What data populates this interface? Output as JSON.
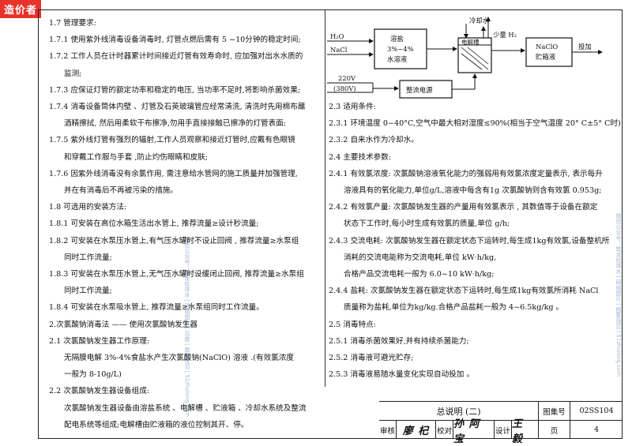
{
  "watermark": "造价者",
  "left_column": [
    {
      "text": "1.7 管理要求:",
      "indent": false
    },
    {
      "text": "1.7.1 使用紫外线消毒设备消毒时, 灯管点燃后需有 5 ~10分钟的稳定时间;",
      "indent": false
    },
    {
      "text": "1.7.2 工作人员在计时器累计时间接近灯管有效寿命时, 应加强对出水水质的",
      "indent": false
    },
    {
      "text": "监测;",
      "indent": true
    },
    {
      "text": "1.7.3 应保证灯管的额定功率和稳定的电压, 当功率不足时,将影响杀菌效果;",
      "indent": false
    },
    {
      "text": "1.7.4 消毒设备筒体内壁 、灯管及石英玻璃管应经常清洗, 清洗时先用棉布蘸",
      "indent": false
    },
    {
      "text": "酒精擦拭, 然后用柔软干布擦净,勿用手直接接触已擦净的灯管表面;",
      "indent": true
    },
    {
      "text": "1.7.5 紫外线灯管有强烈的辐射,工作人员观察和接近灯管时,应戴有色眼镜",
      "indent": false
    },
    {
      "text": "和穿戴工作服与手套 ,防止灼伤眼睛和皮肤;",
      "indent": true
    },
    {
      "text": "1.7.6 因紫外线消毒没有余氯作用, 需注意给水管网的施工质量并加强管理,",
      "indent": false
    },
    {
      "text": "并在有消毒后不再被污染的措施。",
      "indent": true
    },
    {
      "text": "1.8 可选用的安装方法:",
      "indent": false
    },
    {
      "text": "1.8.1 可安装在高位水箱生活出水管上, 推荐流量≥设计秒流量;",
      "indent": false
    },
    {
      "text": "1.8.2 可安装在水泵压水管上,有气压水罐时不设止回阀 , 推荐流量≥水泵组",
      "indent": false
    },
    {
      "text": "同时工作流量;",
      "indent": true
    },
    {
      "text": "1.8.3 可安装在水泵压水管上,无气压水罐时设缓闭止回阀, 推荐流量≥水泵组",
      "indent": false
    },
    {
      "text": "同时工作流量;",
      "indent": true
    },
    {
      "text": "1.8.4 可安装在水泵吸水管上, 推荐流量≥水泵组同时工作流量。",
      "indent": false
    },
    {
      "text": "2.次氯酸钠消毒法 —— 使用次氯酸钠发生器",
      "indent": false
    },
    {
      "text": "2.1 次氯酸钠发生器工作原理:",
      "indent": false
    },
    {
      "text": "无隔膜电解 3%-4%食盐水产生次氯酸钠(NaClO) 溶液 .(有效氯浓度",
      "indent": true
    },
    {
      "text": "一般为 8-10g/L)",
      "indent": true
    },
    {
      "text": "2.2 次氯酸钠发生器设备组成:",
      "indent": false
    },
    {
      "text": "次氯酸钠发生器设备由溶盐系统 、电解槽 、贮液箱 、冷却水系统及整流",
      "indent": true
    },
    {
      "text": "配电系统等组成;电解槽由贮液箱的液位控制其开、停。",
      "indent": true
    }
  ],
  "right_column": [
    {
      "text": "2.3 适用条件:",
      "indent": false
    },
    {
      "text": "2.3.1 环境温度 0~40°C,空气中最大相对湿度≤90%(相当于空气温度 20° C±5° C时)",
      "indent": false
    },
    {
      "text": "2.3.2 自来水作为冷却水。",
      "indent": false
    },
    {
      "text": "2.4 主要技术参数:",
      "indent": false
    },
    {
      "text": "2.4.1 有效氯浓度: 次氯酸钠溶液氧化能力的强弱用有效氯浓度定量表示, 表示每升",
      "indent": false
    },
    {
      "text": "溶液具有的氧化能力,单位g/L,溶液中每含有1g 次氯酸钠则含有效氯 0.953g;",
      "indent": true
    },
    {
      "text": "2.4.2 有效氯产量: 次氯酸钠发生器的产量用有效氯表示 , 其数值等于设备在额定",
      "indent": false
    },
    {
      "text": "状态下工作时,每小时生成有效氯的质量,单位 g/h;",
      "indent": true
    },
    {
      "text": "2.4.3 交流电耗: 次氯酸钠发生器在额定状态下运转时,每生成1kg有效氯,设备整机所",
      "indent": false
    },
    {
      "text": "消耗的交流电能称为交流电耗,单位 kW·h/kg,",
      "indent": true
    },
    {
      "text": "合格产品交流电耗一般为 6.0~10 kW·h/kg;",
      "indent": true
    },
    {
      "text": "2.4.4 盐耗: 次氯酸钠发生器在额定状态下运转时,每生成1kg有效氯所消耗 NaCl",
      "indent": false
    },
    {
      "text": "质量称为盐耗,单位为kg/kg.合格产品盐耗一般为 4~6.5kg/kg 。",
      "indent": true
    },
    {
      "text": "2.5 消毒特点:",
      "indent": false
    },
    {
      "text": "2.5.1 消毒杀菌效果好,并有持续杀菌能力;",
      "indent": false
    },
    {
      "text": "2.5.2 消毒液可避光贮存;",
      "indent": false
    },
    {
      "text": "2.5.3 消毒液易随水量变化实现自动投加 。",
      "indent": false
    }
  ],
  "diagram": {
    "h2o": "H₂O",
    "nacl": "NaCl",
    "dissolve_tank_l1": "溶盐",
    "dissolve_tank_l2": "3%~4%",
    "dissolve_tank_l3": "水溶液",
    "electrolyzer": "电解槽",
    "cooling_water": "冷却水",
    "hydrogen": "少量 H₂",
    "storage_l1": "NaClO",
    "storage_l2": "贮箱液",
    "dosing": "投加",
    "voltage_ac": "220V",
    "voltage_ac2": "(380V)",
    "rectifier": "整流电源"
  },
  "title_block": {
    "title": "总说明 (二)",
    "atlas_label": "图集号",
    "atlas_no": "02SS104",
    "review_label": "审核",
    "review_sig": "廖 杞",
    "check_label": "校对",
    "check_sig": "孙 阿 宝",
    "design_label": "设计",
    "design_sig": "王 毅",
    "page_label": "页",
    "page_no": "4"
  },
  "side_text": {
    "left": "微信公众号：筑龙给排水 | 网络图片 | 百度 | 图集规范 |  51zhulong.com",
    "right": "微信公众号：筑龙给排水 | 网络图片 | 图集规范 |  51zhulong.com"
  }
}
